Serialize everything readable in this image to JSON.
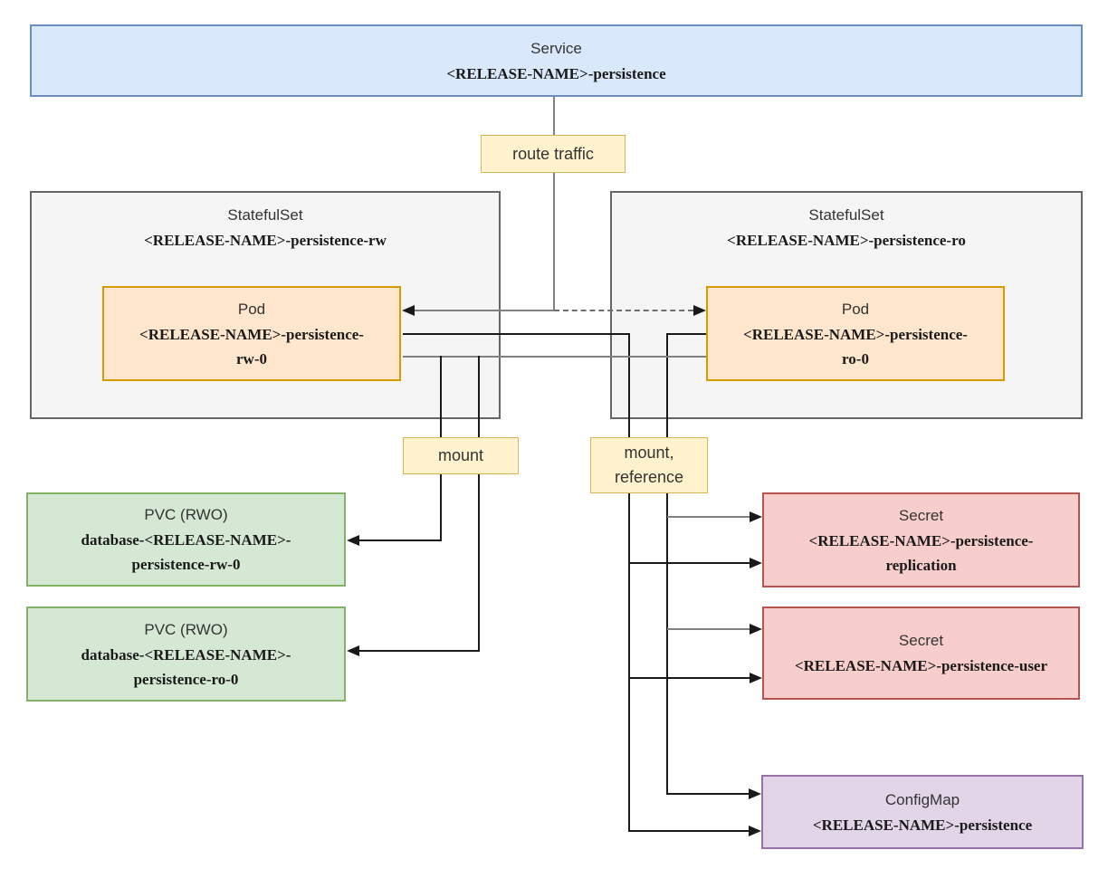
{
  "diagram": {
    "description": "Kubernetes persistence architecture diagram",
    "nodes": {
      "service": {
        "type_label": "Service",
        "name_lines": [
          "<RELEASE-NAME>-persistence"
        ],
        "fill": "#dae8fc",
        "border": "#6c8ebf"
      },
      "statefulset_rw": {
        "type_label": "StatefulSet",
        "name_lines": [
          "<RELEASE-NAME>-persistence-rw"
        ],
        "fill": "#f5f5f5",
        "border": "#666666"
      },
      "pod_rw": {
        "type_label": "Pod",
        "name_lines": [
          "<RELEASE-NAME>-persistence-",
          "rw-0"
        ],
        "fill": "#ffe6cc",
        "border": "#d79b00"
      },
      "statefulset_ro": {
        "type_label": "StatefulSet",
        "name_lines": [
          "<RELEASE-NAME>-persistence-ro"
        ],
        "fill": "#f5f5f5",
        "border": "#666666"
      },
      "pod_ro": {
        "type_label": "Pod",
        "name_lines": [
          "<RELEASE-NAME>-persistence-",
          "ro-0"
        ],
        "fill": "#ffe6cc",
        "border": "#d79b00"
      },
      "pvc_rw": {
        "type_label": "PVC (RWO)",
        "name_lines": [
          "database-<RELEASE-NAME>-",
          "persistence-rw-0"
        ],
        "fill": "#d5e8d4",
        "border": "#82b366"
      },
      "pvc_ro": {
        "type_label": "PVC (RWO)",
        "name_lines": [
          "database-<RELEASE-NAME>-",
          "persistence-ro-0"
        ],
        "fill": "#d5e8d4",
        "border": "#82b366"
      },
      "secret_replication": {
        "type_label": "Secret",
        "name_lines": [
          "<RELEASE-NAME>-persistence-",
          "replication"
        ],
        "fill": "#f8cecc",
        "border": "#b85450"
      },
      "secret_user": {
        "type_label": "Secret",
        "name_lines": [
          "<RELEASE-NAME>-persistence-user"
        ],
        "fill": "#f8cecc",
        "border": "#b85450"
      },
      "configmap": {
        "type_label": "ConfigMap",
        "name_lines": [
          "<RELEASE-NAME>-persistence"
        ],
        "fill": "#e1d5e7",
        "border": "#9673a6"
      }
    },
    "edge_labels": {
      "route_traffic": {
        "text_lines": [
          "route traffic"
        ],
        "fill": "#fff2cc",
        "border": "#d6b656"
      },
      "mount": {
        "text_lines": [
          "mount"
        ],
        "fill": "#fff2cc",
        "border": "#d6b656"
      },
      "mount_reference": {
        "text_lines": [
          "mount,",
          "reference"
        ],
        "fill": "#fff2cc",
        "border": "#d6b656"
      }
    },
    "line_colors": {
      "primary": "#1a1a1a",
      "secondary": "#808080"
    }
  }
}
